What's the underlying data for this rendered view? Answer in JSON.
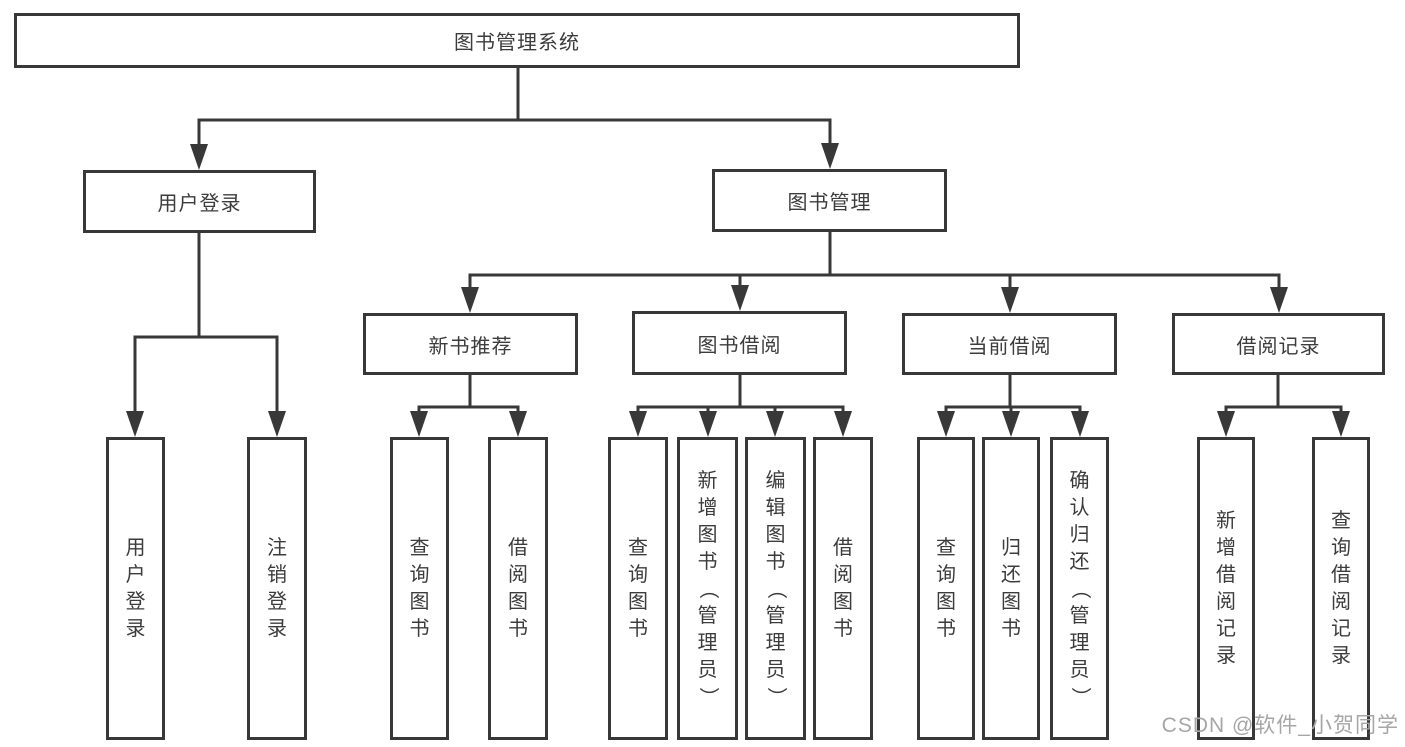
{
  "diagram": {
    "title": "图书管理系统",
    "nodes": {
      "root": "图书管理系统",
      "user_login": "用户登录",
      "book_mgmt": "图书管理",
      "new_book_rec": "新书推荐",
      "book_borrow": "图书借阅",
      "current_borrow": "当前借阅",
      "borrow_record": "借阅记录",
      "leaf_user_login": "用户登录",
      "leaf_logout": "注销登录",
      "rec_query_book": "查询图书",
      "rec_borrow_book": "借阅图书",
      "bb_query_book": "查询图书",
      "bb_add_book": "新增图书（管理员）",
      "bb_edit_book": "编辑图书（管理员）",
      "bb_borrow_book": "借阅图书",
      "cb_query_book": "查询图书",
      "cb_return_book": "归还图书",
      "cb_confirm_return": "确认归还（管理员）",
      "br_add_record": "新增借阅记录",
      "br_query_record": "查询借阅记录"
    },
    "colors": {
      "line": "#383838",
      "text": "#3c3c3c",
      "watermark": "#a6a6a6",
      "background": "#ffffff"
    }
  },
  "watermark": "CSDN @软件_小贺同学"
}
